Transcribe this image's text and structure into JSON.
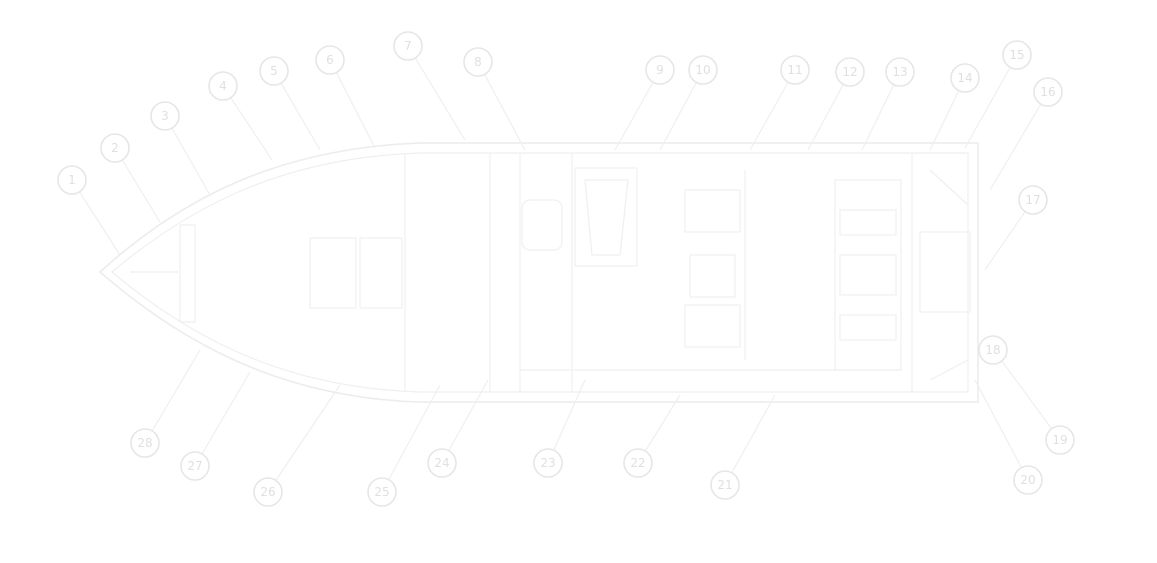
{
  "diagram": {
    "colors": {
      "stroke": "#ececec",
      "label": "#e0e0e0",
      "background": "#ffffff"
    },
    "callouts": [
      {
        "label": "1"
      },
      {
        "label": "2"
      },
      {
        "label": "3"
      },
      {
        "label": "4"
      },
      {
        "label": "5"
      },
      {
        "label": "6"
      },
      {
        "label": "7"
      },
      {
        "label": "8"
      },
      {
        "label": "9"
      },
      {
        "label": "10"
      },
      {
        "label": "11"
      },
      {
        "label": "12"
      },
      {
        "label": "13"
      },
      {
        "label": "14"
      },
      {
        "label": "15"
      },
      {
        "label": "16"
      },
      {
        "label": "17"
      },
      {
        "label": "18"
      },
      {
        "label": "19"
      },
      {
        "label": "20"
      },
      {
        "label": "21"
      },
      {
        "label": "22"
      },
      {
        "label": "23"
      },
      {
        "label": "24"
      },
      {
        "label": "25"
      },
      {
        "label": "26"
      },
      {
        "label": "27"
      },
      {
        "label": "28"
      }
    ]
  }
}
